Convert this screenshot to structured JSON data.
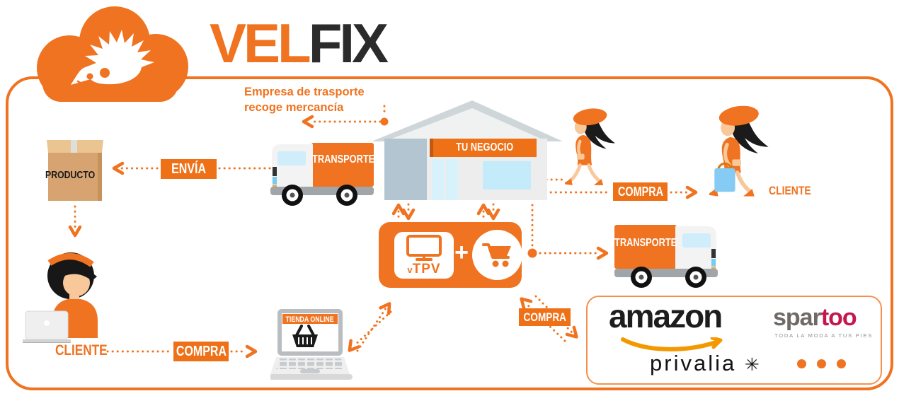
{
  "logo": {
    "vel": "VEL",
    "fix": "FIX"
  },
  "note": {
    "line1": "Empresa de trasporte",
    "line2": "recoge mercancía"
  },
  "labels": {
    "producto": "PRODUCTO",
    "envia": "ENVÍA",
    "transporte_left": "TRANSPORTE",
    "transporte_right": "TRANSPORTE",
    "tu_negocio": "TU NEGOCIO",
    "compra_client": "COMPRA",
    "cliente_right": "CLIENTE",
    "tienda_online": "TIENDA ONLINE",
    "cliente_bottom": "CLIENTE",
    "compra_bottom": "COMPRA",
    "compra_market": "COMPRA"
  },
  "pos": {
    "v": "v",
    "tpv": "TPV",
    "plus": "+"
  },
  "marketplaces": {
    "amazon": "amazon",
    "spartoo_spar": "spar",
    "spartoo_too": "too",
    "spartoo_tagline": "TODA LA MODA A TUS PIES",
    "privalia": "privalia",
    "privalia_mark": "✳",
    "more_icon": "ellipsis"
  },
  "colors": {
    "accent": "#EF7320",
    "dark": "#2B2B2B",
    "spartoo_red": "#C4174E",
    "amazon_smile": "#F49800",
    "bag_blue": "#85CBF3",
    "skin": "#F8C89A",
    "window_blue": "#C9EDFA"
  }
}
